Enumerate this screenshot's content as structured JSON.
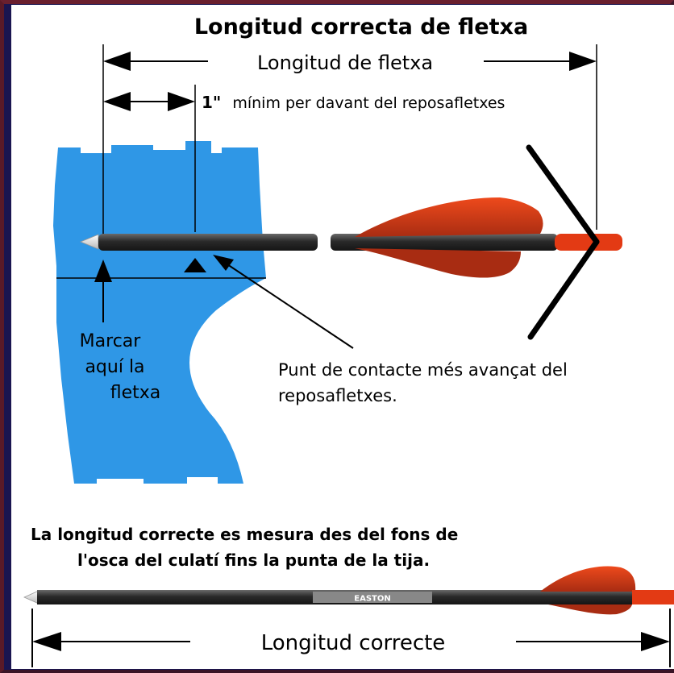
{
  "title": "Longitud correcta de fletxa",
  "arrow_length_label": "Longitud de fletxa",
  "min_label_value": "1\"",
  "min_label_text": "mínim per davant del reposafletxes",
  "mark_label": [
    "Marcar",
    "aquí la",
    "fletxa"
  ],
  "contact_label": [
    "Punt de contacte més avançat del",
    "reposafletxes."
  ],
  "note_lines": [
    "La longitud correcte es mesura des del fons de",
    "l'osca del culatí fins la punta de la tija."
  ],
  "brand_text": "EASTON",
  "correct_length_label": "Longitud correcte",
  "colors": {
    "riser": "#2f97e6",
    "vane": "#e33a14",
    "shaft": "#3a3a3a",
    "border": "#1a1550"
  }
}
